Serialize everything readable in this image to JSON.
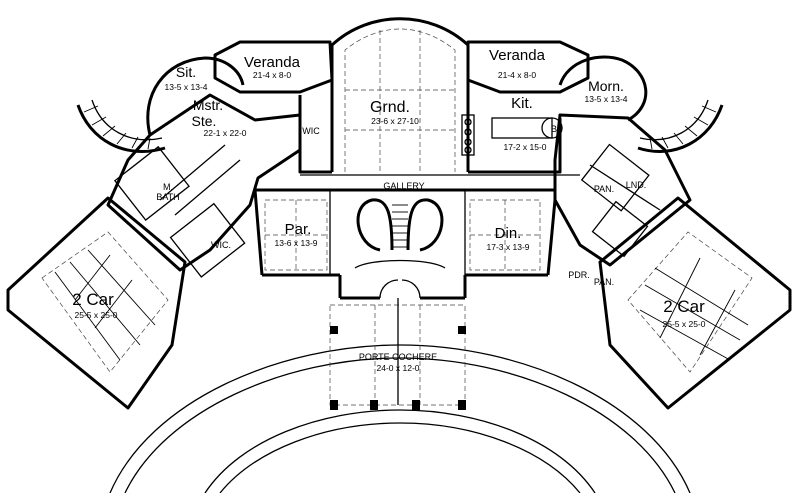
{
  "rooms": {
    "veranda_left": {
      "name": "Veranda",
      "dim": "21-4 x 8-0"
    },
    "veranda_right": {
      "name": "Veranda",
      "dim": "21-4 x 8-0"
    },
    "sit": {
      "name": "Sit.",
      "dim": "13-5 x 13-4"
    },
    "master": {
      "name_line1": "Mstr.",
      "name_line2": "Ste.",
      "dim": "22-1 x 22-0"
    },
    "grand": {
      "name": "Grnd.",
      "dim": "23-6 x 27-10"
    },
    "kitchen": {
      "name": "Kit.",
      "dim": "17-2 x 15-0"
    },
    "morning": {
      "name": "Morn.",
      "dim": "13-5 x 13-4"
    },
    "wic_upper": {
      "name": "WIC"
    },
    "mbath": {
      "line1": "M.",
      "line2": "BATH"
    },
    "gallery": {
      "name": "GALLERY"
    },
    "laundry": {
      "name": "LND."
    },
    "pantry": {
      "name": "PAN."
    },
    "parlor": {
      "name": "Par.",
      "dim": "13-6 x 13-9"
    },
    "wic_lower": {
      "name": "WIC."
    },
    "dining": {
      "name": "Din.",
      "dim": "17-3 x 13-9"
    },
    "pdr": {
      "name": "PDR."
    },
    "pan_lower": {
      "name": "PAN."
    },
    "garage_left": {
      "name": "2 Car",
      "dim": "25-5 x 25-0"
    },
    "garage_right": {
      "name": "2 Car",
      "dim": "25-5 x 25-0"
    },
    "porte_cochere": {
      "name": "PORTE COCHERE",
      "dim": "24-0 x 12-0"
    },
    "oven_label": {
      "name": "B"
    }
  }
}
